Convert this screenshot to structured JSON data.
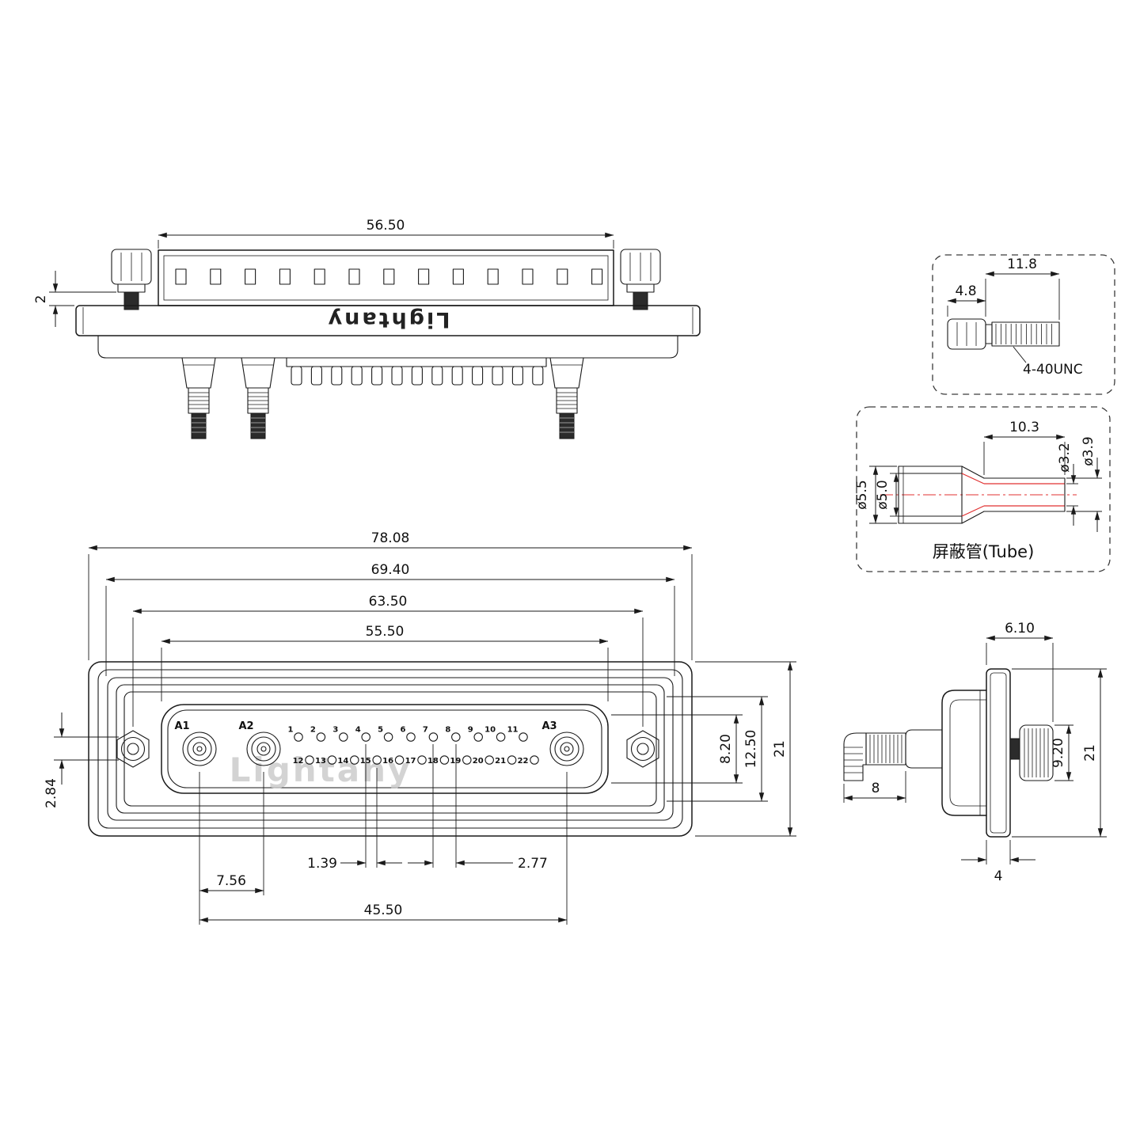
{
  "drawing": {
    "brand": "Lightany",
    "watermark": "Lightany",
    "colors": {
      "line": "#1a1a1a",
      "accent_red": "#e03030",
      "watermark": "#c9c9c9"
    },
    "top_view": {
      "dim_body_width": "56.50",
      "dim_washer_gap": "2"
    },
    "screw_detail": {
      "dim_thread_length": "11.8",
      "dim_head_length": "4.8",
      "thread_spec": "4-40UNC"
    },
    "tube_detail": {
      "dim_tube_length": "10.3",
      "dim_inner_small": "ø3.2",
      "dim_outer_small": "ø3.9",
      "dim_outer_large": "ø5.5",
      "dim_inner_large": "ø5.0",
      "label": "屏蔽管(Tube)"
    },
    "front_view": {
      "dim_overall_width": "78.08",
      "dim_shell_width": "69.40",
      "dim_screw_spacing": "63.50",
      "dim_face_width": "55.50",
      "dim_row_spacing": "2.84",
      "dim_face_height": "8.20",
      "dim_insert_height": "12.50",
      "dim_overall_height": "21",
      "dim_half_pitch": "1.39",
      "dim_pitch": "2.77",
      "dim_a1_a2": "7.56",
      "dim_a1_a3": "45.50",
      "coax_labels": [
        "A1",
        "A2",
        "A3"
      ],
      "pins_top": [
        "1",
        "2",
        "3",
        "4",
        "5",
        "6",
        "7",
        "8",
        "9",
        "10",
        "11"
      ],
      "pins_bottom": [
        "12",
        "13",
        "14",
        "15",
        "16",
        "17",
        "18",
        "19",
        "20",
        "21",
        "22"
      ]
    },
    "side_view": {
      "dim_front_depth": "6.10",
      "dim_screw_head": "9.20",
      "dim_height": "21",
      "dim_wire_stub": "8",
      "dim_flange_thickness": "4"
    }
  }
}
